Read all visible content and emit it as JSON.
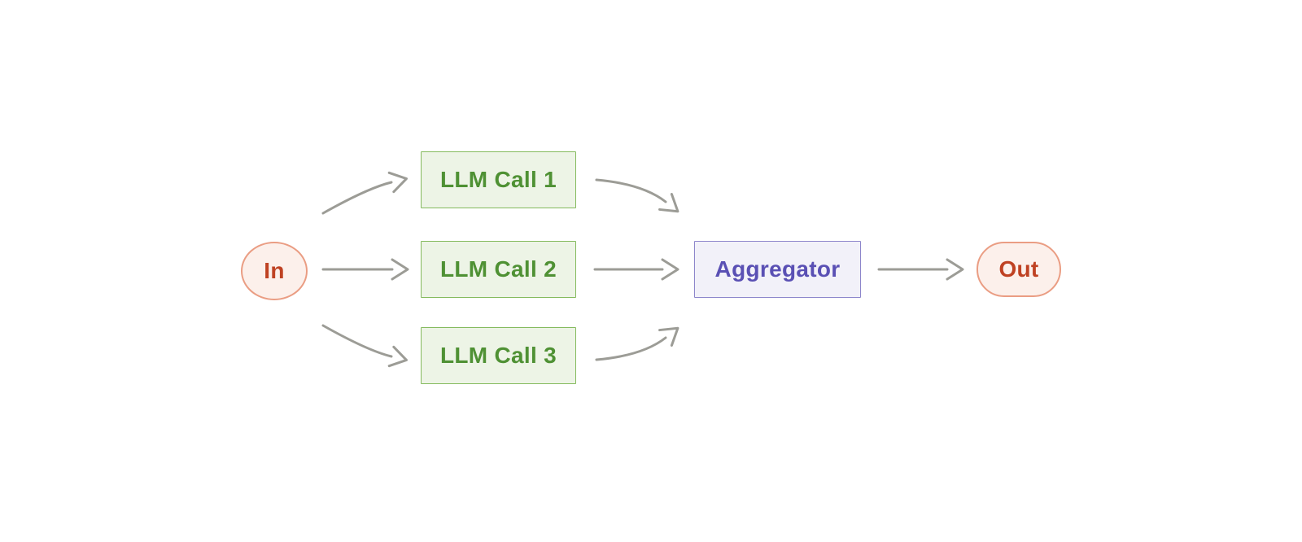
{
  "nodes": {
    "in": {
      "label": "In"
    },
    "llm_call_1": {
      "label": "LLM Call 1"
    },
    "llm_call_2": {
      "label": "LLM Call 2"
    },
    "llm_call_3": {
      "label": "LLM Call 3"
    },
    "aggregator": {
      "label": "Aggregator"
    },
    "out": {
      "label": "Out"
    }
  },
  "edges": [
    {
      "from": "in",
      "to": "llm_call_1",
      "style": "curved"
    },
    {
      "from": "in",
      "to": "llm_call_2",
      "style": "straight"
    },
    {
      "from": "in",
      "to": "llm_call_3",
      "style": "curved"
    },
    {
      "from": "llm_call_1",
      "to": "aggregator",
      "style": "curved"
    },
    {
      "from": "llm_call_2",
      "to": "aggregator",
      "style": "straight"
    },
    {
      "from": "llm_call_3",
      "to": "aggregator",
      "style": "curved"
    },
    {
      "from": "aggregator",
      "to": "out",
      "style": "straight"
    }
  ],
  "colors": {
    "background": "#FFFFFF",
    "terminal_fill": "#FCF0EB",
    "terminal_border": "#EA9D83",
    "terminal_text": "#BF4223",
    "process_fill": "#EDF4E6",
    "process_border": "#84BA5D",
    "process_text": "#4F9134",
    "aggregator_fill": "#F2F1F9",
    "aggregator_border": "#8D86CB",
    "aggregator_text": "#5A50B4",
    "arrow": "#9C9C96"
  }
}
